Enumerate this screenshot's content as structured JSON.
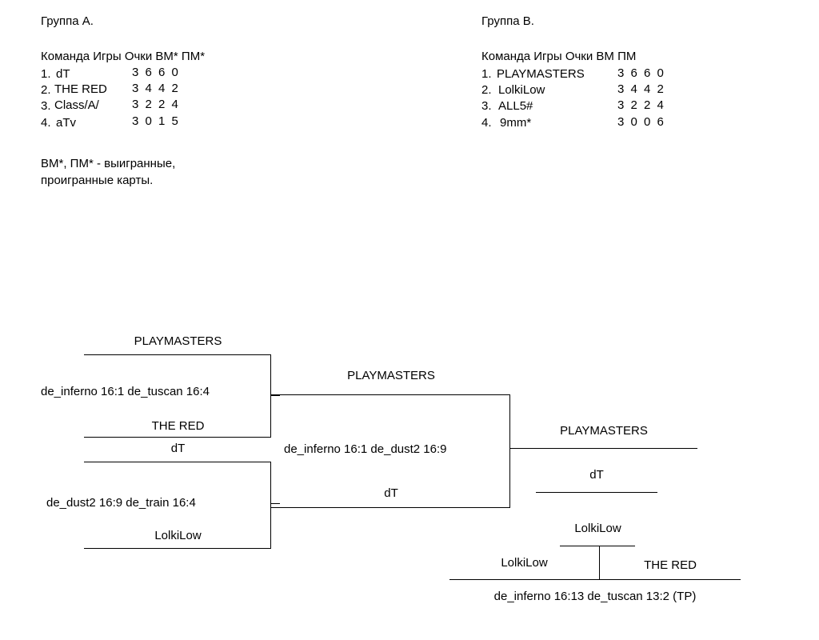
{
  "groups": [
    {
      "title": "Группа А.",
      "header": "Команда Игры Очки ВМ* ПМ*",
      "rows": [
        {
          "rank": "1.",
          "team": "dT",
          "stats": "3 6 6 0"
        },
        {
          "rank": "2.",
          "team": "THE RED",
          "stats": "3 4 4 2"
        },
        {
          "rank": "3.",
          "team": "Class/A/",
          "stats": "3 2 2 4"
        },
        {
          "rank": "4.",
          "team": "aTv",
          "stats": "3 0 1 5"
        }
      ],
      "note_line1": "ВМ*, ПМ* - выигранные,",
      "note_line2": "проигранные карты."
    },
    {
      "title": "Группа В.",
      "header": "Команда Игры Очки ВМ ПМ",
      "rows": [
        {
          "rank": "1.",
          "team": "PLAYMASTERS",
          "stats": "3 6 6 0"
        },
        {
          "rank": "2.",
          "team": "LolkiLow",
          "stats": "3 4 4 2"
        },
        {
          "rank": "3.",
          "team": "ALL5#",
          "stats": "3 2 2 4"
        },
        {
          "rank": "4.",
          "team": "9mm*",
          "stats": "3 0 0 6"
        }
      ]
    }
  ],
  "bracket": {
    "semi_top": {
      "top_team": "PLAYMASTERS",
      "score": "de_inferno 16:1 de_tuscan 16:4",
      "bottom_team": "THE RED"
    },
    "semi_bottom": {
      "top_team": "dT",
      "score": "de_dust2 16:9 de_train 16:4",
      "bottom_team": "LolkiLow"
    },
    "final_left": {
      "top_team": "PLAYMASTERS",
      "score": "de_inferno 16:1 de_dust2 16:9",
      "bottom_team": "dT"
    },
    "winner": {
      "champion": "PLAYMASTERS",
      "runner_up": "dT"
    },
    "third_place": {
      "winner": "LolkiLow",
      "left_team": "LolkiLow",
      "right_team": "THE RED",
      "score": "de_inferno 16:13 de_tuscan 13:2 (TP)"
    }
  }
}
